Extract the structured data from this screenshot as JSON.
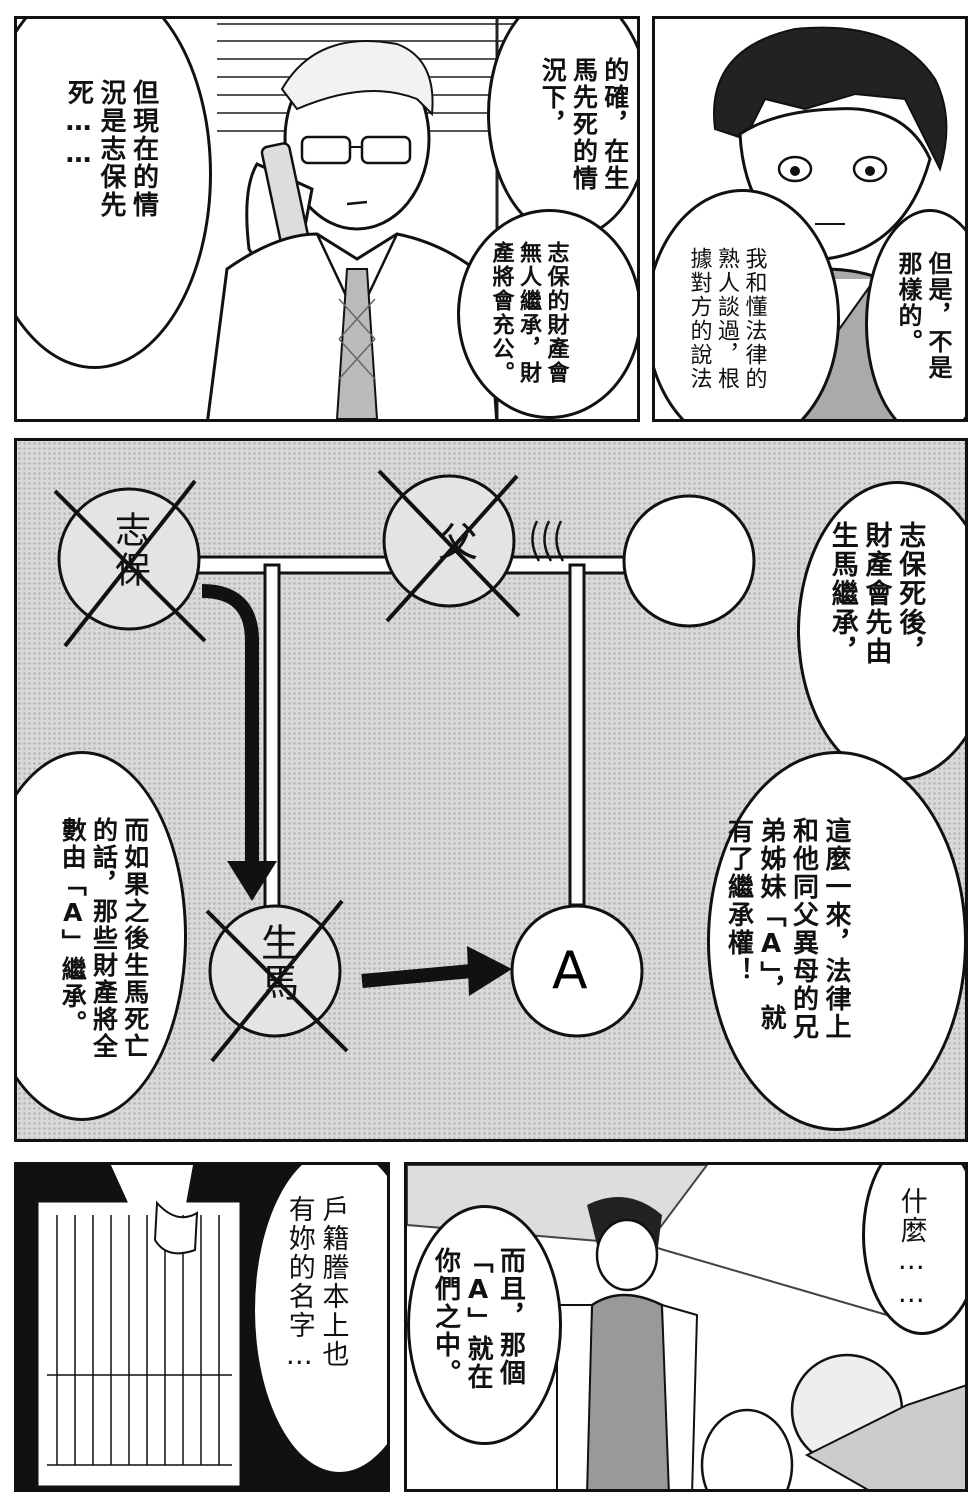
{
  "panel1": {
    "bubble_left": "但現在的情\n況是志保先\n死……",
    "bubble_right_top": "的確，在生\n馬先死的情\n況下，",
    "bubble_right_bottom": "志保的財產會\n無人繼承，財\n產將會充公。"
  },
  "panel2": {
    "bubble_left": "我和懂法律的\n熟人談過，根\n據對方的說法",
    "bubble_right": "但是，不是\n那樣的。"
  },
  "diagram": {
    "bubble_top": "志保死後，\n財產會先由\n生馬繼承，",
    "bubble_middle": "這麼一來，法律上\n和他同父異母的兄\n弟姊妹「A」，就\n有了繼承權！",
    "bubble_left": "而如果之後生馬死亡\n的話，那些財產將全\n數由「A」繼承。",
    "node_shiho": "志保",
    "node_father": "父",
    "node_ikuma": "生馬",
    "node_a": "A"
  },
  "panel4": {
    "bubble": "戶籍謄本上也\n有妳的名字…"
  },
  "panel5": {
    "bubble_right": "什麼……",
    "bubble_left": "而且，那個\n「A」就在\n你們之中。"
  }
}
